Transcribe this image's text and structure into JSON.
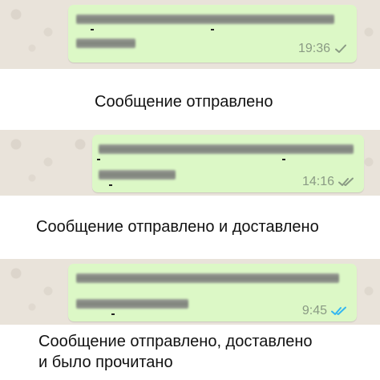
{
  "examples": [
    {
      "time": "19:36",
      "status_icon": "single-check-icon",
      "check_color": "#8a9a84",
      "caption": "Сообщение отправлено"
    },
    {
      "time": "14:16",
      "status_icon": "double-check-icon",
      "check_color": "#8a9a84",
      "caption": "Сообщение отправлено и доставлено"
    },
    {
      "time": "9:45",
      "status_icon": "blue-double-check-icon",
      "check_color": "#34b7f1",
      "caption_line1": "Сообщение отправлено, доставлено",
      "caption_line2": "и было прочитано"
    }
  ],
  "colors": {
    "bubble": "#dcf8c6",
    "chat_background": "#e9e3da",
    "read_check": "#34b7f1",
    "grey_check": "#8a9a84"
  }
}
